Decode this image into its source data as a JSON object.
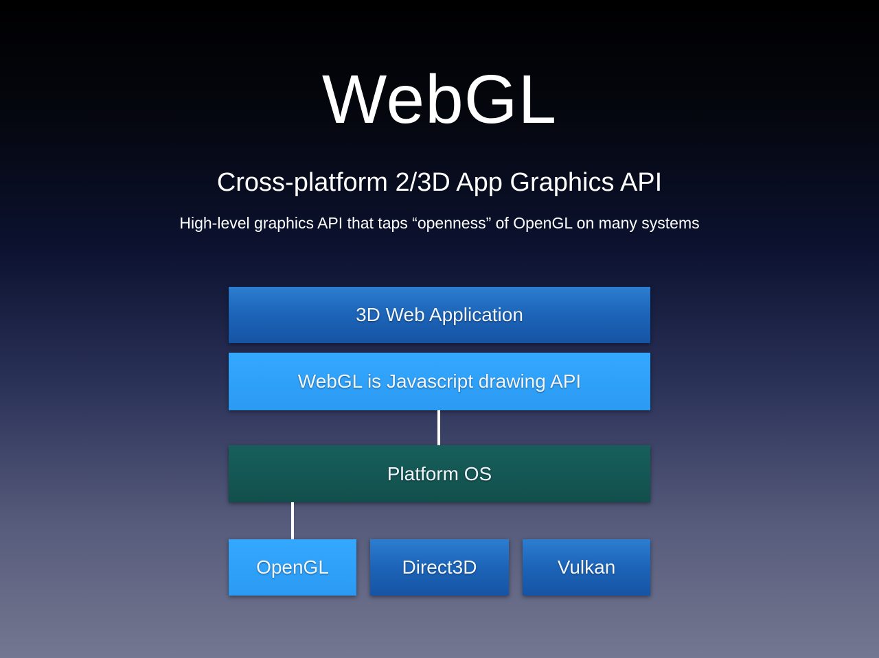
{
  "slide": {
    "title": "WebGL",
    "subtitle": "Cross-platform 2/3D App Graphics API",
    "tagline": "High-level graphics API that taps “openness” of OpenGL on many systems"
  },
  "diagram": {
    "layers": {
      "app": "3D Web Application",
      "webgl": "WebGL is Javascript drawing API",
      "os": "Platform OS"
    },
    "backends": {
      "opengl": "OpenGL",
      "direct3d": "Direct3D",
      "vulkan": "Vulkan"
    },
    "colors": {
      "dark_blue": "#1c64b8",
      "light_blue": "#2b9af2",
      "teal": "#124f4c"
    }
  }
}
